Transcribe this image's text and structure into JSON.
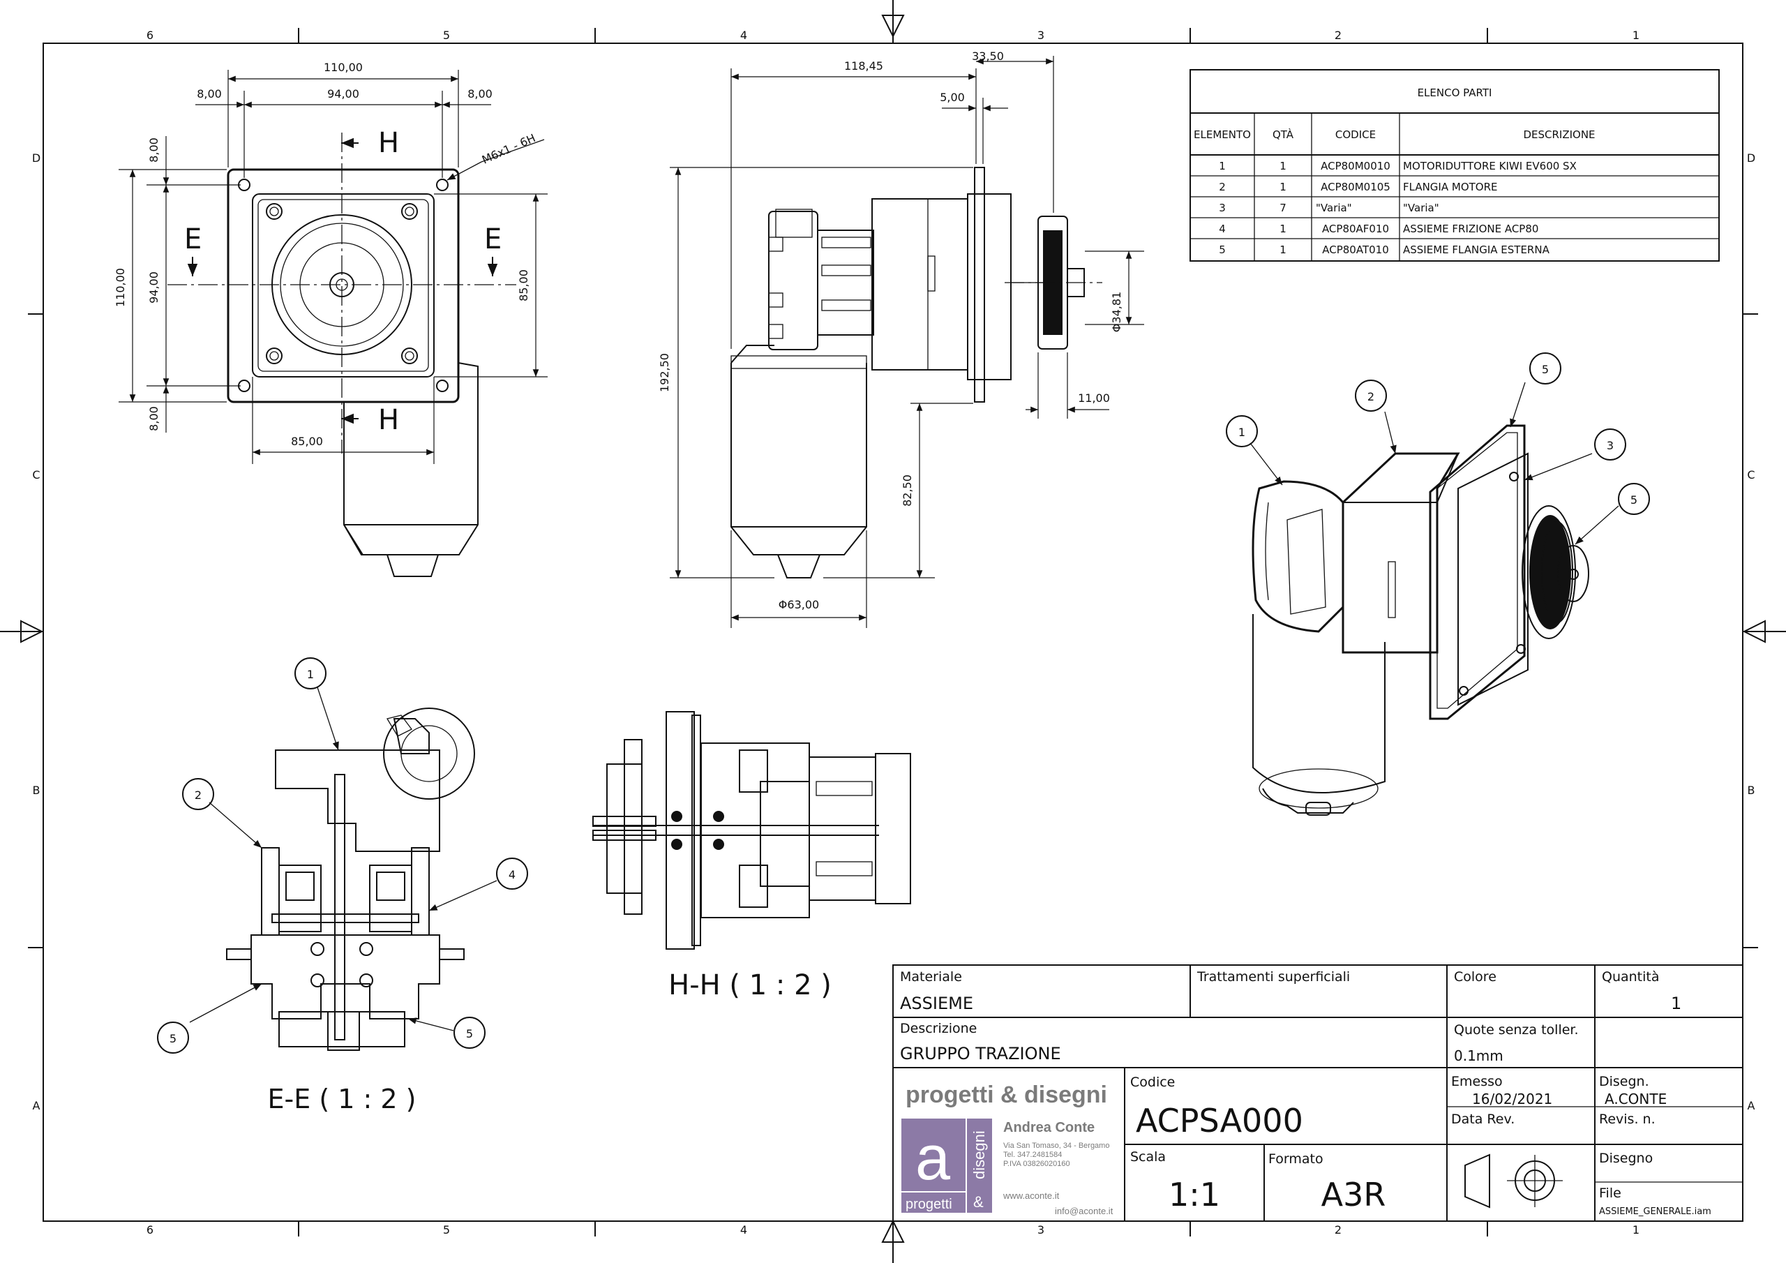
{
  "frame": {
    "columns": [
      "6",
      "5",
      "4",
      "3",
      "2",
      "1"
    ],
    "rows": [
      "D",
      "C",
      "B",
      "A"
    ]
  },
  "parts_list": {
    "title": "ELENCO PARTI",
    "headers": [
      "ELEMENTO",
      "QTÀ",
      "CODICE",
      "DESCRIZIONE"
    ],
    "rows": [
      [
        "1",
        "1",
        "ACP80M0010",
        "MOTORIDUTTORE KIWI EV600 SX"
      ],
      [
        "2",
        "1",
        "ACP80M0105",
        "FLANGIA MOTORE"
      ],
      [
        "3",
        "7",
        "\"Varia\"",
        "\"Varia\""
      ],
      [
        "4",
        "1",
        "ACP80AF010",
        "ASSIEME FRIZIONE ACP80"
      ],
      [
        "5",
        "1",
        "ACP80AT010",
        "ASSIEME FLANGIA ESTERNA"
      ]
    ]
  },
  "front_view": {
    "dims": {
      "width_total": "110,00",
      "width_left_offset": "8,00",
      "width_holes": "94,00",
      "width_right_offset": "8,00",
      "height_total": "110,00",
      "height_holes": "94,00",
      "height_top_offset": "8,00",
      "height_bottom_offset": "8,00",
      "right_height": "85,00",
      "bottom_width": "85,00"
    },
    "thread_note": "M6x1 - 6H",
    "section_H": "H",
    "section_E": "E"
  },
  "side_view": {
    "dims": {
      "length": "118,45",
      "flange_offset": "33,50",
      "flange_thickness": "5,00",
      "height_total": "192,50",
      "pulley_dia": "Φ34,81",
      "pulley_width": "11,00",
      "motor_height": "82,50",
      "motor_dia": "Φ63,00"
    }
  },
  "sections": {
    "ee_label": "E-E ( 1 : 2 )",
    "hh_label": "H-H ( 1 : 2 )"
  },
  "balloons": {
    "iso": [
      "1",
      "2",
      "3",
      "5",
      "5"
    ],
    "section_ee": [
      "1",
      "2",
      "4",
      "5",
      "5"
    ]
  },
  "title_block": {
    "materiale_label": "Materiale",
    "materiale_value": "ASSIEME",
    "trattamenti_label": "Trattamenti superficiali",
    "colore_label": "Colore",
    "quantita_label": "Quantità",
    "quantita_value": "1",
    "descrizione_label": "Descrizione",
    "descrizione_value": "GRUPPO TRAZIONE",
    "quote_label": "Quote senza toller.",
    "quote_value": "0.1mm",
    "codice_label": "Codice",
    "codice_value": "ACPSA000",
    "emesso_label": "Emesso",
    "emesso_value": "16/02/2021",
    "disegn_label": "Disegn.",
    "disegn_value": "A.CONTE",
    "data_rev_label": "Data Rev.",
    "revis_label": "Revis. n.",
    "scala_label": "Scala",
    "scala_value": "1:1",
    "formato_label": "Formato",
    "formato_value": "A3R",
    "disegno_label": "Disegno",
    "file_label": "File",
    "file_value": "ASSIEME_GENERALE.iam"
  },
  "company": {
    "name": "progetti & disegni",
    "person": "Andrea Conte",
    "address": "Via San Tomaso, 34 - Bergamo",
    "phone": "Tel. 347.2481584",
    "piva": "P.IVA 03826020160",
    "web": "www.aconte.it",
    "email": "info@aconte.it",
    "logo_word_bottom": "progetti",
    "logo_word_side": "disegni",
    "logo_amp": "&",
    "logo_letter": "a",
    "brand_color": "#8c7aa6",
    "text_color": "#7b7b7b"
  }
}
